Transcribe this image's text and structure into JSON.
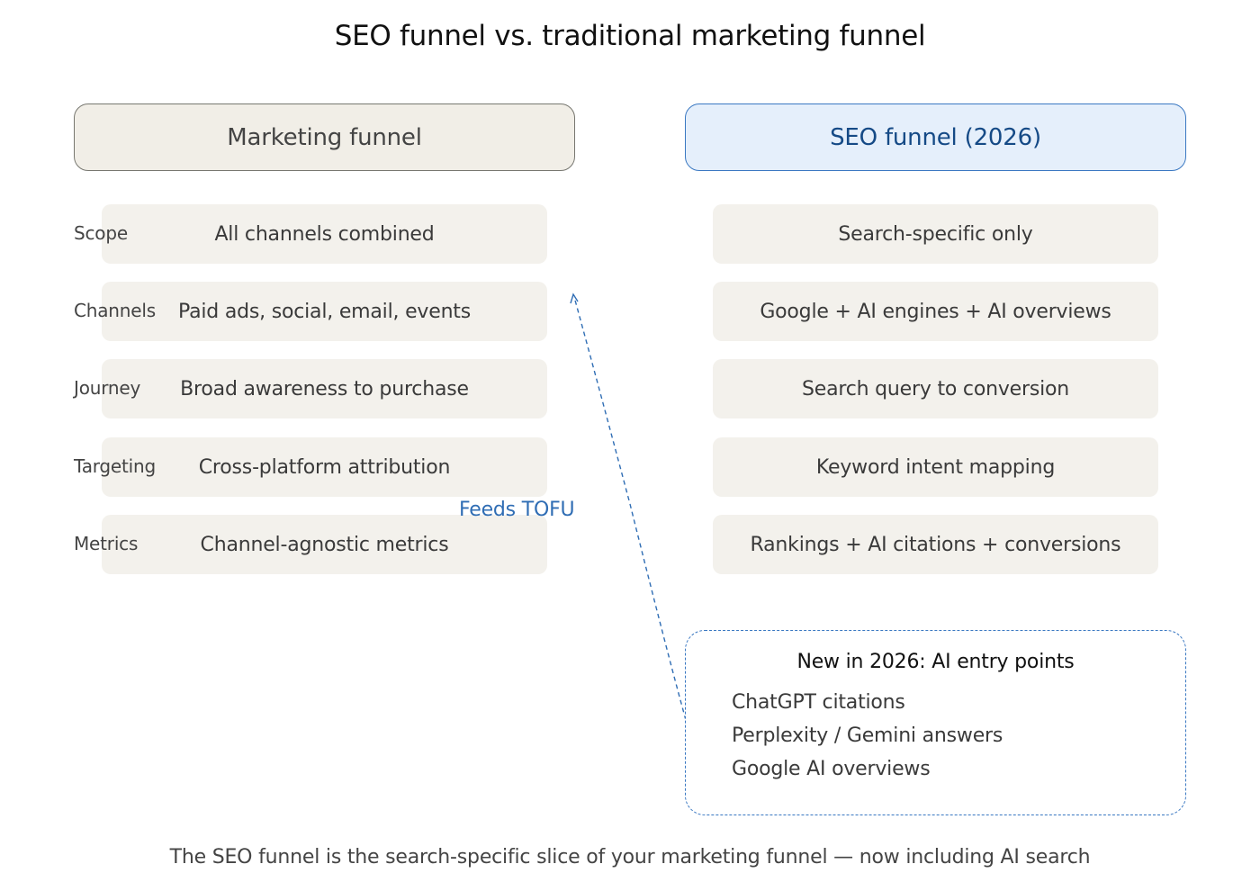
{
  "title": "SEO funnel vs. traditional marketing funnel",
  "marketing": {
    "header": "Marketing funnel",
    "rows": [
      {
        "label": "Scope",
        "value": "All channels combined"
      },
      {
        "label": "Channels",
        "value": "Paid ads, social, email, events"
      },
      {
        "label": "Journey",
        "value": "Broad awareness to purchase"
      },
      {
        "label": "Targeting",
        "value": "Cross-platform attribution"
      },
      {
        "label": "Metrics",
        "value": "Channel-agnostic metrics"
      }
    ]
  },
  "seo": {
    "header": "SEO funnel (2026)",
    "rows": [
      "Search-specific only",
      "Google + AI engines + AI overviews",
      "Search query to conversion",
      "Keyword intent mapping",
      "Rankings + AI citations + conversions"
    ]
  },
  "connector": {
    "label": "Feeds TOFU",
    "color": "#2f6db4"
  },
  "ai_box": {
    "title": "New in 2026: AI entry points",
    "items": [
      "ChatGPT citations",
      "Perplexity / Gemini answers",
      "Google AI overviews"
    ]
  },
  "footer": "The SEO funnel is the search-specific slice of your marketing funnel — now including AI search",
  "colors": {
    "marketing_header_bg": "#f1eee7",
    "seo_header_bg": "#e5effb",
    "seo_accent": "#154a86",
    "row_bg": "#f3f1ec"
  }
}
